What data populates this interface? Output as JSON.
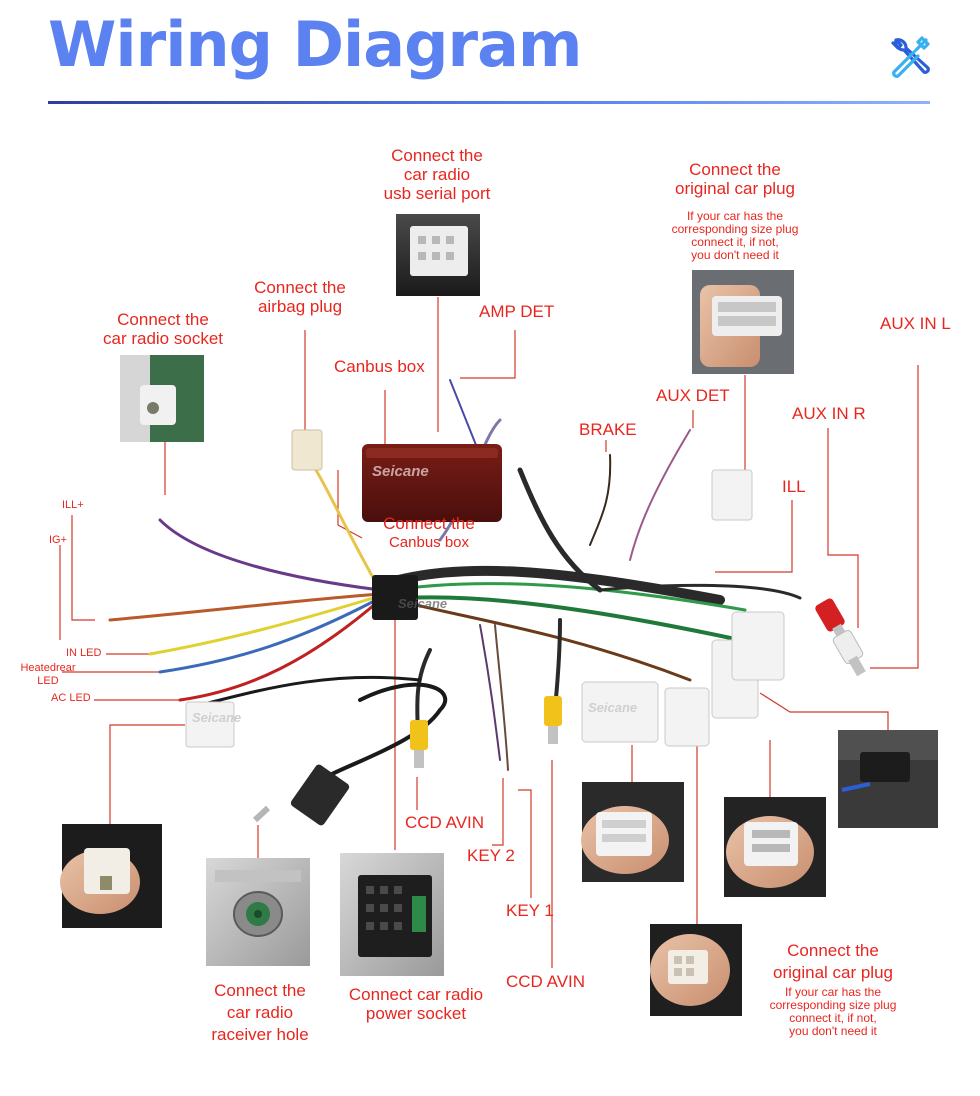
{
  "title": "Wiring Diagram",
  "icon": "tools-icon",
  "colors": {
    "title": "#5b82f0",
    "label": "#e8261f",
    "leader": "#d23a2b"
  },
  "labels": {
    "usb_serial": [
      "Connect the",
      "car radio",
      "usb serial port"
    ],
    "orig_plug_top": [
      "Connect the",
      "original car plug"
    ],
    "orig_plug_top_note": [
      "If your car has the",
      "corresponding size plug",
      "connect it, if not,",
      "you don't need it"
    ],
    "airbag": [
      "Connect the",
      "airbag plug"
    ],
    "radio_socket": [
      "Connect the",
      "car radio socket"
    ],
    "amp_det": "AMP DET",
    "canbus_box": "Canbus box",
    "aux_in_l": "AUX IN L",
    "aux_det": "AUX DET",
    "aux_in_r": "AUX IN R",
    "brake": "BRAKE",
    "ill": "ILL",
    "ill_plus": "ILL+",
    "ig_plus": "IG+",
    "connect_canbus": [
      "Connect the",
      "Canbus box"
    ],
    "in_led": "IN LED",
    "heated_rear": [
      "Heatedrear",
      "LED"
    ],
    "ac_led": "AC LED",
    "ccd_avin_1": "CCD AVIN",
    "key2": "KEY 2",
    "key1": "KEY 1",
    "ccd_avin_2": "CCD AVIN",
    "receiver_hole": [
      "Connect the",
      "car radio",
      "raceiver hole"
    ],
    "power_socket": [
      "Connect car radio",
      "power socket"
    ],
    "orig_plug_bottom": [
      "Connect the",
      "original car plug"
    ],
    "orig_plug_bottom_note": [
      "If your car has the",
      "corresponding size plug",
      "connect it, if not,",
      "you don't need it"
    ],
    "brand_box": "Seicane",
    "brand_main": "Seicane",
    "brand_left": "Seicane",
    "brand_right": "Seicane"
  }
}
